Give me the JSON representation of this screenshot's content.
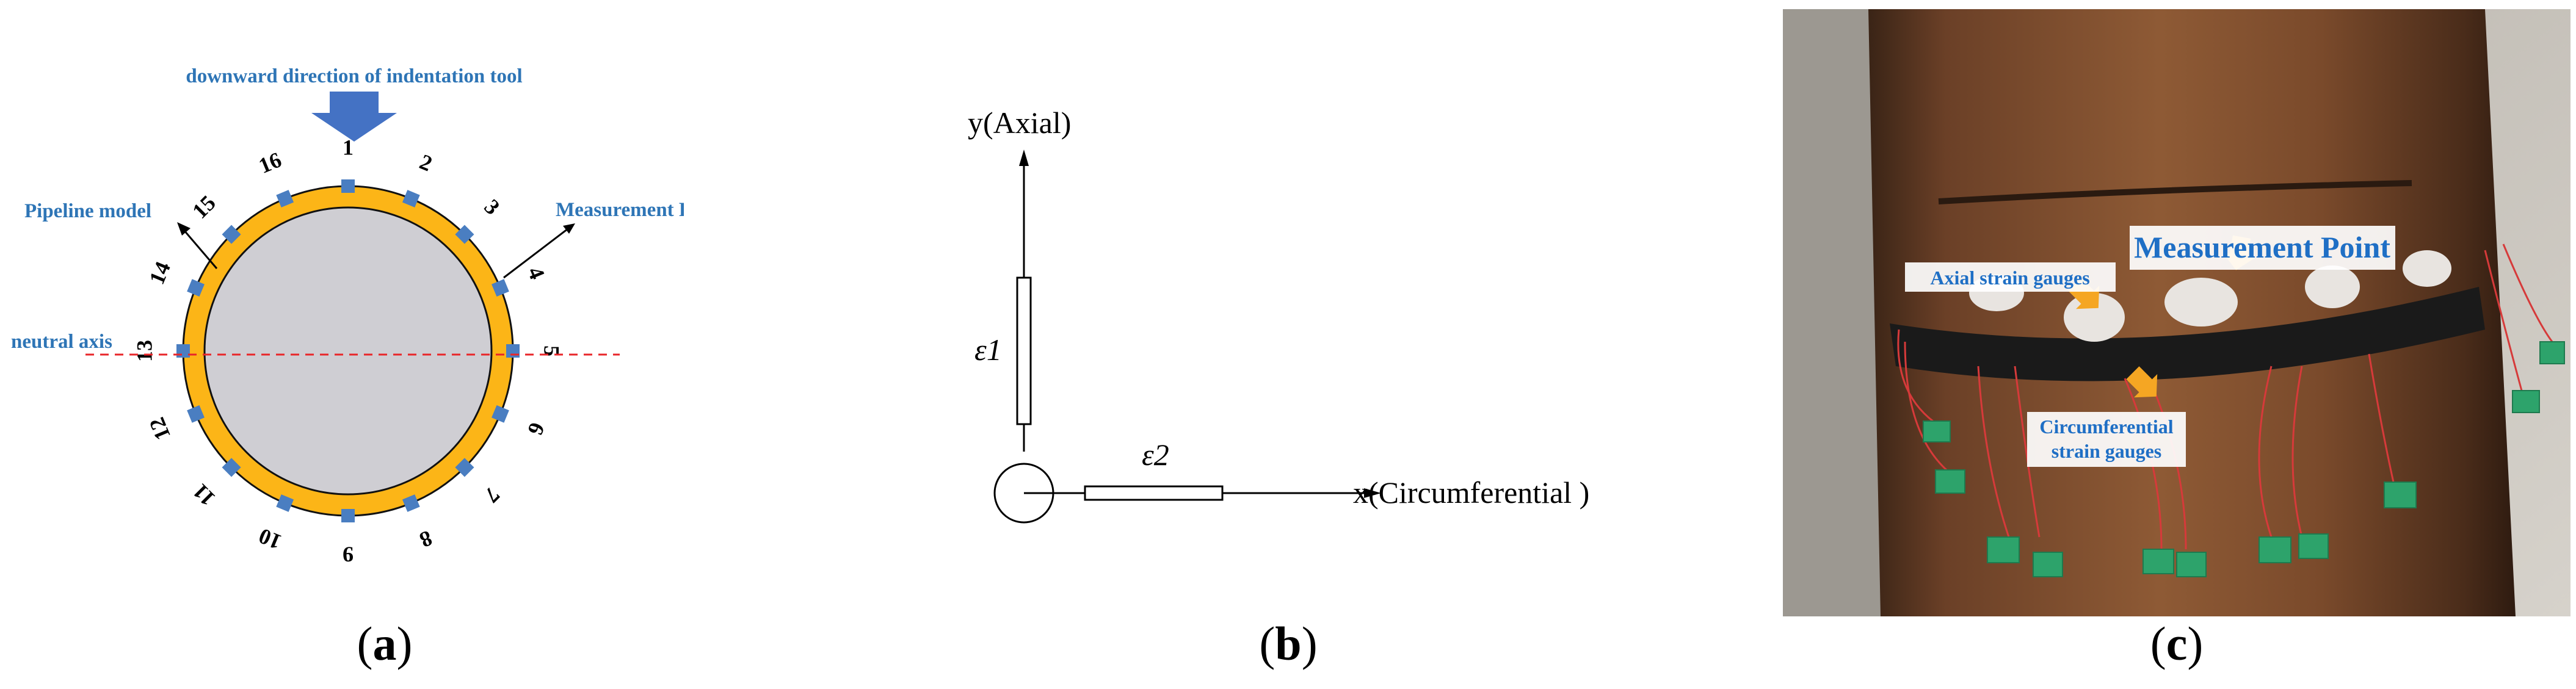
{
  "panel_a": {
    "title": "downward direction of indentation tool",
    "pipeline_label": "Pipeline model",
    "measurement_label": "Measurement Point",
    "axis_label": "neutral axis",
    "point_numbers": [
      "1",
      "2",
      "3",
      "4",
      "5",
      "6",
      "7",
      "8",
      "9",
      "10",
      "11",
      "12",
      "13",
      "14",
      "15",
      "16"
    ],
    "colors": {
      "ring": "#FCB517",
      "inner": "#CFCED3",
      "marker": "#4A7EC1",
      "label_blue": "#2E75B6",
      "axis": "#E8262A"
    }
  },
  "panel_b": {
    "y_label": "y(Axial)",
    "x_label": "x(Circumferential )",
    "e1": "ε1",
    "e2": "ε2"
  },
  "panel_c": {
    "measurement_label": "Measurement Point",
    "axial_label": "Axial strain gauges",
    "circ_label_1": "Circumferential",
    "circ_label_2": "strain gauges"
  },
  "captions": {
    "a_open": "(",
    "a": "a",
    "a_close": ")",
    "b_open": "(",
    "b": "b",
    "b_close": ")",
    "c_open": "(",
    "c": "c",
    "c_close": ")"
  }
}
